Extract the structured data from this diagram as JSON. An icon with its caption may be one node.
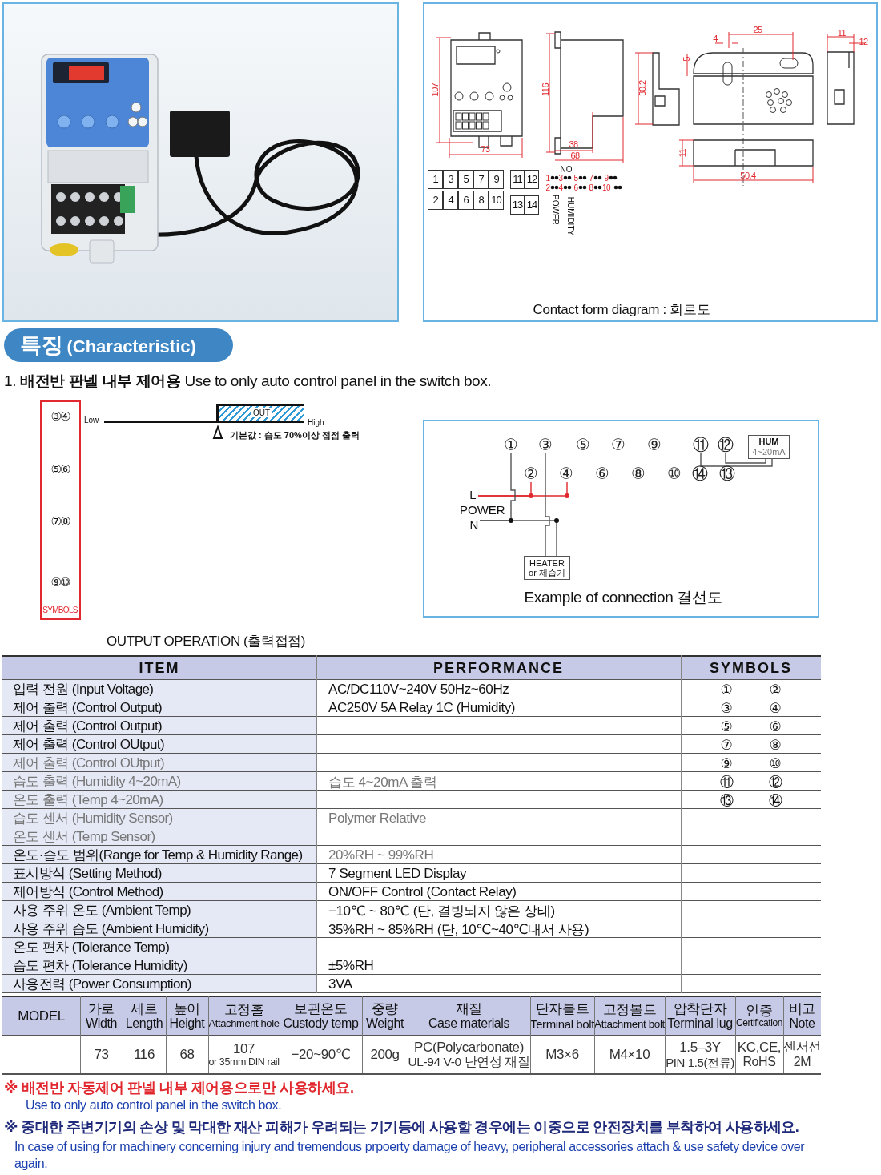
{
  "diagram": {
    "title": "특징 (Characteristic)",
    "nodes": [
      {
        "text": [],
        "shape": "box"
      },
      {
        "text": [
          "Contact form diagram : 회로도"
        ]
      },
      {
        "text": [
          "③④",
          "⑤⑥",
          "⑦⑧",
          "⑨⑩",
          "SYMBOLS"
        ]
      },
      {
        "text": [
          "OUT"
        ]
      },
      {
        "text": [
          "Example of connection 결선도"
        ]
      },
      {
        "text": [
          "①"
        ],
        "in": 4
      },
      {
        "text": [
          "③"
        ],
        "in": 4
      },
      {
        "text": [
          "⑤"
        ],
        "in": 4
      },
      {
        "text": [
          "⑦"
        ],
        "in": 4
      },
      {
        "text": [
          "⑨"
        ],
        "in": 4
      },
      {
        "text": [
          "⑪"
        ],
        "in": 4
      },
      {
        "text": [
          "⑫"
        ],
        "in": 4
      },
      {
        "text": [
          "②"
        ],
        "in": 4
      },
      {
        "text": [
          "④"
        ],
        "in": 4
      },
      {
        "text": [
          "⑥"
        ],
        "in": 4
      },
      {
        "text": [
          "⑧"
        ],
        "in": 4
      },
      {
        "text": [
          "⑩"
        ],
        "in": 4
      },
      {
        "text": [
          "⑭"
        ],
        "in": 4
      },
      {
        "text": [
          "⑬"
        ],
        "in": 4
      },
      {
        "text": [
          "HUM",
          "4~20mA"
        ],
        "in": 4
      },
      {
        "text": [
          "HEATER or 제습기"
        ],
        "in": 4
      },
      {
        "text": [
          "L"
        ],
        "in": 4
      },
      {
        "text": [
          "N"
        ],
        "in": 4
      }
    ],
    "edges": [
      {
        "from": 21,
        "to": 12,
        "arrow": "none",
        "color": "#e0282e"
      },
      {
        "from": 21,
        "to": 13,
        "arrow": "none",
        "color": "#e0282e"
      },
      {
        "from": 5,
        "to": 22,
        "arrow": "none"
      },
      {
        "from": 6,
        "to": 20,
        "arrow": "none"
      },
      {
        "from": 20,
        "to": 22,
        "arrow": "none"
      },
      {
        "from": 10,
        "to": 19,
        "arrow": "none"
      },
      {
        "from": 11,
        "to": 19,
        "arrow": "none"
      }
    ],
    "labels": [
      "107",
      "73",
      "116",
      "38",
      "68",
      "30.2",
      "4",
      "25",
      "5",
      "11",
      "50.4",
      "11",
      "12",
      "1",
      "3",
      "5",
      "7",
      "9",
      "11",
      "12",
      "2",
      "4",
      "6",
      "8",
      "10",
      "13",
      "14",
      "NO",
      "1",
      "3",
      "5",
      "7",
      "9",
      "2",
      "4",
      "6",
      "8",
      "10",
      "POWER",
      "HUMIDITY",
      "1. **배전반 판넬 내부 제어용** Use to only auto control panel in the switch box.",
      "Low",
      "High",
      "기본값 : 습도 70%이상 접점 출력",
      "POWER",
      "OUTPUT OPERATION (출력접점)",
      "ITEM",
      "PERFORMANCE",
      "SYMBOLS",
      "입력 전원 (Input Voltage)",
      "AC/DC110V~240V 50Hz~60Hz",
      "①",
      "②",
      "제어 출력 (Control Output)",
      "AC250V 5A Relay 1C (Humidity)",
      "③",
      "④",
      "제어 출력 (Control Output)",
      "⑤",
      "⑥",
      "제어 출력 (Control OUtput)",
      "⑦",
      "⑧",
      "제어 출력 (Control OUtput)",
      "⑨",
      "⑩",
      "습도 출력 (Humidity 4~20mA)",
      "습도 4~20mA 출력",
      "⑪",
      "⑫",
      "온도 출력 (Temp 4~20mA)",
      "⑬",
      "⑭",
      "습도 센서 (Humidity Sensor)",
      "Polymer Relative",
      "온도 센서 (Temp Sensor)",
      "온도·습도 범위(Range for Temp & Humidity Range)",
      "20%RH ~ 99%RH",
      "표시방식 (Setting Method)",
      "7 Segment LED Display",
      "제어방식 (Control Method)",
      "ON/OFF Control (Contact Relay)",
      "사용 주위 온도 (Ambient Temp)",
      "−10℃ ~ 80℃ (단, 결빙되지 않은 상태)",
      "사용 주위 습도 (Ambient Humidity)",
      "35%RH ~ 85%RH (단, 10℃~40℃내서 사용)",
      "온도 편차 (Tolerance Temp)",
      "습도 편차 (Tolerance Humidity)",
      "±5%RH",
      "사용전력 (Power Consumption)",
      "3VA",
      "MODEL",
      "가로 Width",
      "세로 Length",
      "높이 Height",
      "고정홀 Attachment hole",
      "보관온도 Custody temp",
      "중량 Weight",
      "재질 Case materials",
      "단자볼트 Terminal bolt",
      "고정볼트 Attachment bolt",
      "압착단자 Terminal lug",
      "인증 Certification",
      "비고 Note",
      "73",
      "116",
      "68",
      "107 or 35mm DIN rail",
      "−20~90℃",
      "200g",
      "PC(Polycarbonate) UL-94 V-0 난연성 재질",
      "M3×6",
      "M4×10",
      "1.5–3Y PIN 1.5(전류)",
      "KC,CE, RoHS",
      "센서선 2M",
      "※ 배전반 자동제어 판넬 내부 제어용으로만 사용하세요.",
      "Use to only auto control panel in the switch box.",
      "※ 중대한 주변기기의 손상 및 막대한 재산 피해가 우려되는 기기등에 사용할 경우에는 이중으로 안전장치를 부착하여 사용하세요.",
      "In case of using for machinery concerning injury and tremendous prpoerty damage of heavy, peripheral accessories attach & use safety device over again."
    ]
  }
}
